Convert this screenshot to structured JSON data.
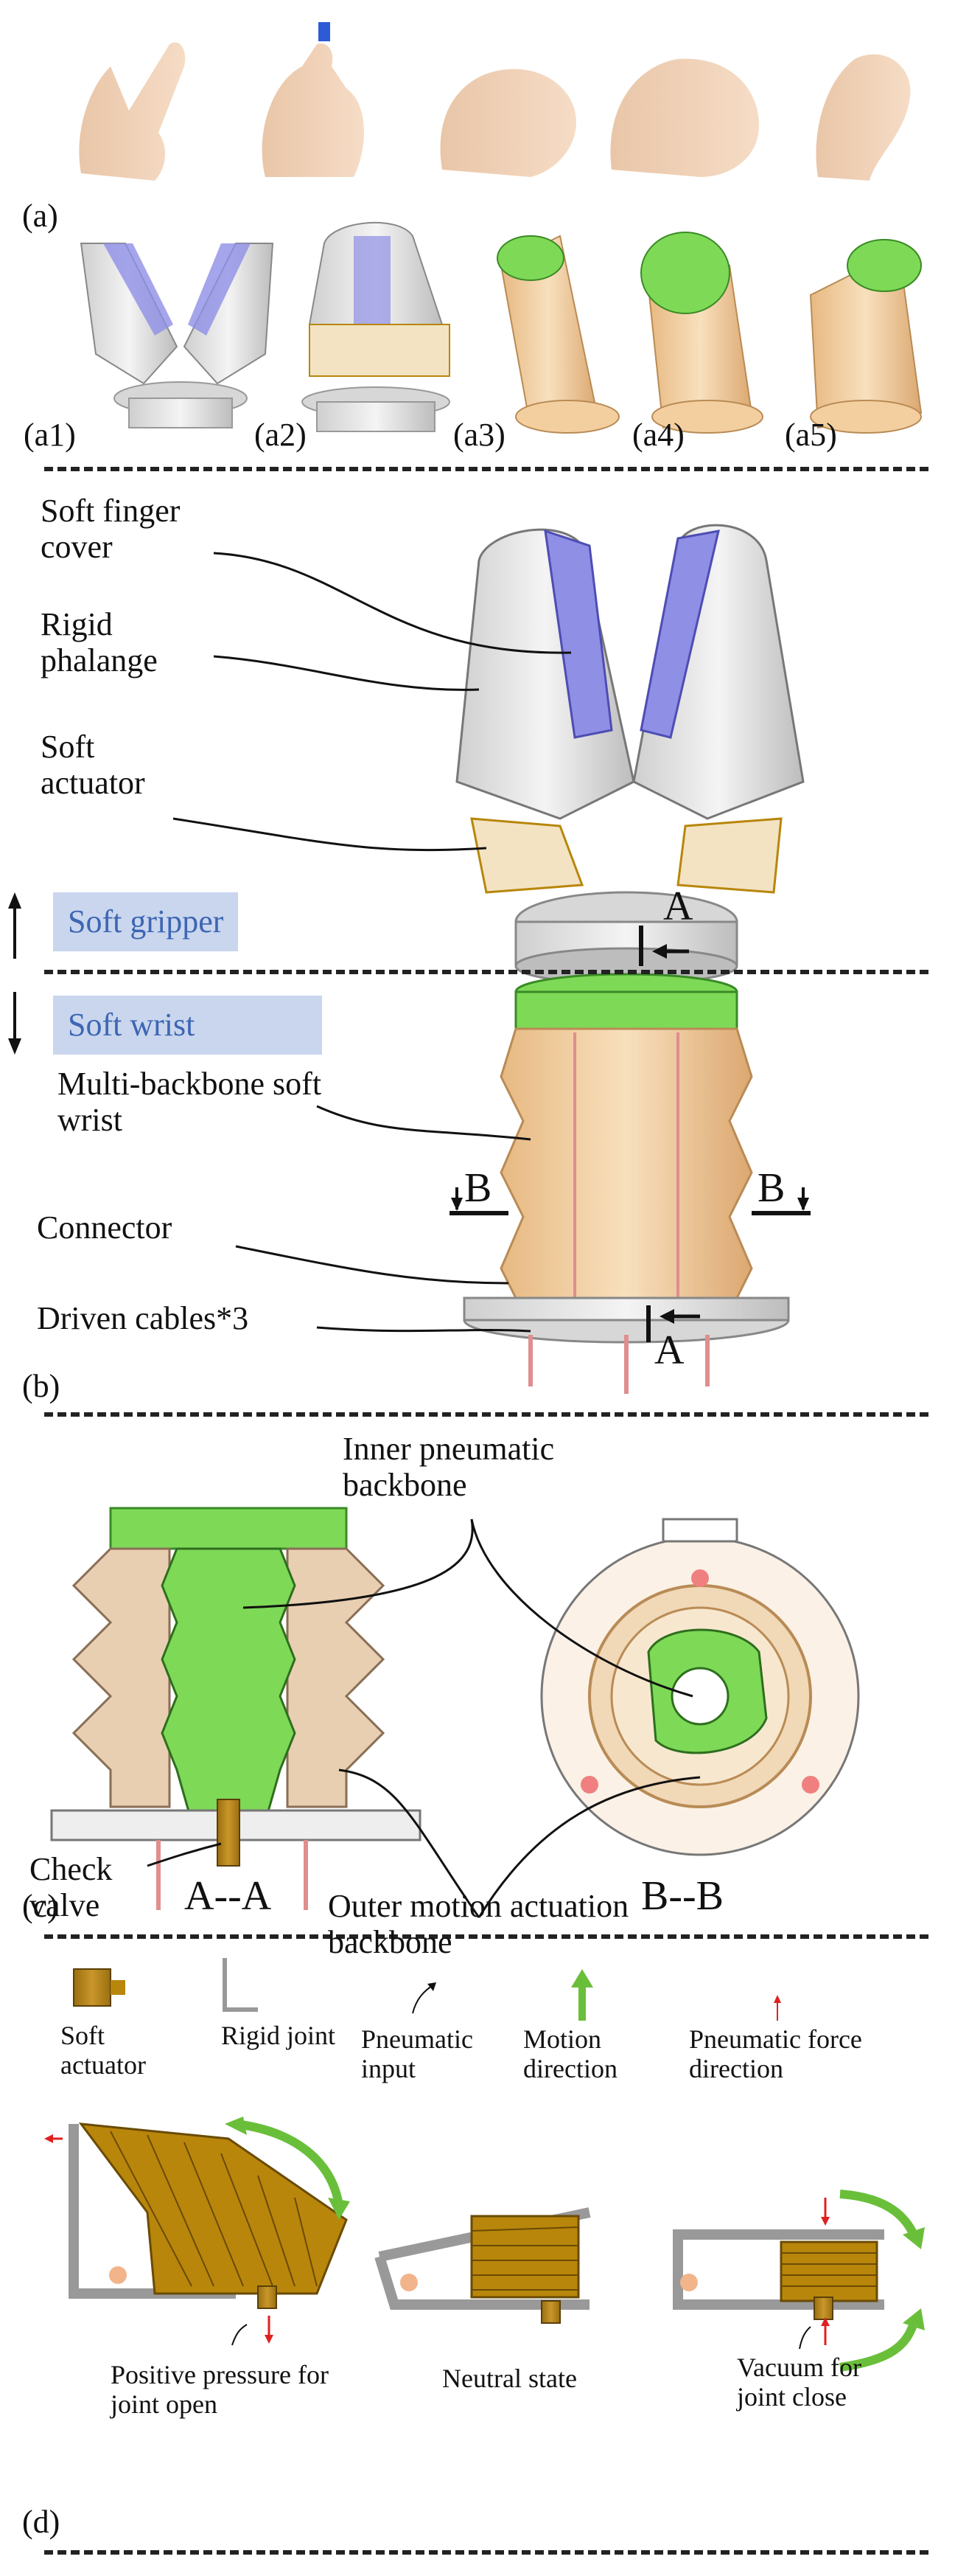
{
  "panel_labels": {
    "a": "(a)",
    "b": "(b)",
    "c": "(c)",
    "d": "(d)"
  },
  "sub_labels": [
    "(a1)",
    "(a2)",
    "(a3)",
    "(a4)",
    "(a5)"
  ],
  "b_labels": {
    "soft_finger_cover": "Soft finger cover",
    "rigid_phalange": "Rigid phalange",
    "soft_actuator": "Soft actuator",
    "soft_gripper": "Soft gripper",
    "soft_wrist": "Soft wrist",
    "multi_backbone": "Multi-backbone soft wrist",
    "connector": "Connector",
    "driven_cables": "Driven cables*3",
    "section_a": "A",
    "section_b": "B"
  },
  "c_labels": {
    "inner_backbone": "Inner pneumatic backbone",
    "outer_backbone": "Outer motion actuation backbone",
    "check_valve": "Check valve",
    "section_aa": "A--A",
    "section_bb": "B--B"
  },
  "d_legend": {
    "soft_actuator": "Soft actuator",
    "rigid_joint": "Rigid joint",
    "pneumatic_input": "Pneumatic input",
    "motion_direction": "Motion direction",
    "pneumatic_force": "Pneumatic force direction"
  },
  "d_states": {
    "open": "Positive pressure for joint open",
    "neutral": "Neutral state",
    "close": "Vacuum for joint close"
  },
  "colors": {
    "band": "#c9d6ee",
    "band_text": "#3d66b3",
    "actuator": "#b8860b",
    "wrist": "#f3cfa0",
    "green": "#7ed957",
    "blue_pad": "#8f8fe6",
    "arrow_green": "#6abf3a",
    "arrow_red": "#e02020",
    "joint": "#f2b48a"
  }
}
